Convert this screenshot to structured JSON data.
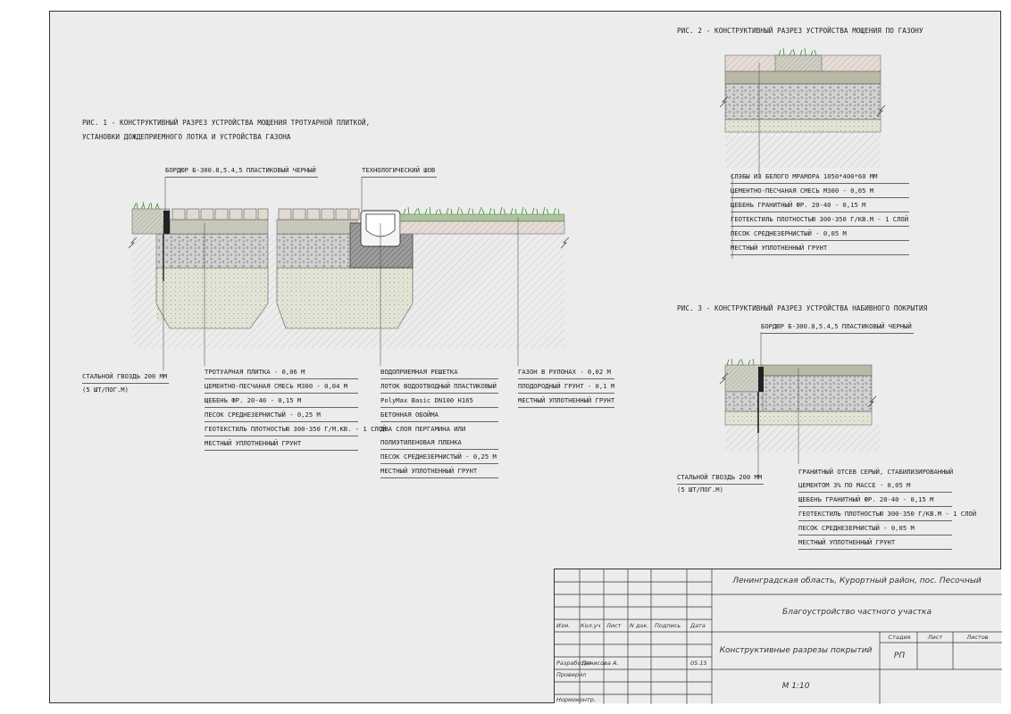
{
  "fig1": {
    "caption_1": "РИС. 1 - КОНСТРУКТИВНЫЙ РАЗРЕЗ УСТРОЙСТВА МОЩЕНИЯ ТРОТУАРНОЙ ПЛИТКОЙ,",
    "caption_2": "УСТАНОВКИ ДОЖДЕПРИЕМНОГО ЛОТКА И УСТРОЙСТВА ГАЗОНА",
    "curb_label": "БОРДЮР Б-300.8,5.4,5 ПЛАСТИКОВЫЙ ЧЕРНЫЙ",
    "joint_label": "ТЕХНОЛОГИЧЕСКИЙ ШОВ",
    "nail_label_1": "СТАЛЬНОЙ ГВОЗДЬ 200 ММ",
    "nail_label_2": "(5 ШТ/ПОГ.М)",
    "paving_layers": [
      "ТРОТУАРНАЯ ПЛИТКА - 0,06 М",
      "ЦЕМЕНТНО-ПЕСЧАНАЯ СМЕСЬ М300 - 0,04 М",
      "ЩЕБЕНЬ ФР. 20-40 - 0,15 М",
      "ПЕСОК СРЕДНЕЗЕРНИСТЫЙ - 0,25 М",
      "ГЕОТЕКСТИЛЬ ПЛОТНОСТЬЮ 300-350 Г/М.КВ. - 1 СЛОЙ",
      "МЕСТНЫЙ УПЛОТНЕННЫЙ ГРУНТ"
    ],
    "drain_layers": [
      "ВОДОПРИЕМНАЯ РЕШЕТКА",
      "ЛОТОК ВОДООТВОДНЫЙ ПЛАСТИКОВЫЙ",
      "PolyMax Basic DN100 H165",
      "БЕТОННАЯ ОБОЙМА",
      "ДВА СЛОЯ ПЕРГАМИНА ИЛИ",
      "ПОЛИЭТИЛЕНОВАЯ ПЛЕНКА",
      "ПЕСОК СРЕДНЕЗЕРНИСТЫЙ - 0,25 М",
      "МЕСТНЫЙ УПЛОТНЕННЫЙ ГРУНТ"
    ],
    "lawn_layers": [
      "ГАЗОН В РУЛОНАХ - 0,02 М",
      "ПЛОДОРОДНЫЙ ГРУНТ - 0,1 М",
      "МЕСТНЫЙ УПЛОТНЕННЫЙ ГРУНТ"
    ]
  },
  "fig2": {
    "caption": "РИС. 2 - КОНСТРУКТИВНЫЙ РАЗРЕЗ УСТРОЙСТВА МОЩЕНИЯ ПО ГАЗОНУ",
    "layers": [
      "СЛЭБЫ ИЗ БЕЛОГО МРАМОРА 1050*400*60 ММ",
      "ЦЕМЕНТНО-ПЕСЧАНАЯ СМЕСЬ М300 - 0,05 М",
      "ЩЕБЕНЬ ГРАНИТНЫЙ ФР. 20-40 - 0,15 М",
      "ГЕОТЕКСТИЛЬ ПЛОТНОСТЬЮ 300-350 Г/КВ.М - 1 СЛОЙ",
      "ПЕСОК СРЕДНЕЗЕРНИСТЫЙ - 0,05 М",
      "МЕСТНЫЙ УПЛОТНЕННЫЙ ГРУНТ"
    ]
  },
  "fig3": {
    "caption": "РИС. 3 - КОНСТРУКТИВНЫЙ РАЗРЕЗ УСТРОЙСТВА НАБИВНОГО ПОКРЫТИЯ",
    "curb_label": "БОРДЮР Б-300.8,5.4,5 ПЛАСТИКОВЫЙ ЧЕРНЫЙ",
    "nail_label_1": "СТАЛЬНОЙ ГВОЗДЬ 200 ММ",
    "nail_label_2": "(5 ШТ/ПОГ.М)",
    "layers": [
      "ГРАНИТНЫЙ ОТСЕВ СЕРЫЙ, СТАБИЛИЗИРОВАННЫЙ",
      "ЦЕМЕНТОМ 3% ПО МАССЕ - 0,05 М",
      "ЩЕБЕНЬ ГРАНИТНЫЙ ФР. 20-40 - 0,15 М",
      "ГЕОТЕКСТИЛЬ ПЛОТНОСТЬЮ 300-350 Г/КВ.М - 1 СЛОЙ",
      "ПЕСОК СРЕДНЕЗЕРНИСТЫЙ - 0,05 М",
      "МЕСТНЫЙ УПЛОТНЕННЫЙ ГРУНТ"
    ]
  },
  "title_block": {
    "region": "Ленинградская область, Курортный район, пос. Песочный",
    "project": "Благоустройство частного участка",
    "sheet_title": "Конструктивные разрезы покрытий",
    "scale": "М 1:10",
    "hdr_izm": "Изм.",
    "hdr_koluch": "Кол.уч",
    "hdr_list": "Лист",
    "hdr_ndok": "N док.",
    "hdr_podpis": "Подпись",
    "hdr_data": "Дата",
    "stage_hdr": "Стадия",
    "list_hdr": "Лист",
    "listov_hdr": "Листов",
    "stage_val": "РП",
    "role_dev": "Разработал",
    "role_check": "Проверил",
    "role_norm": "Нормоконтр.",
    "dev_name": "Денисова А.",
    "dev_date": "05.15"
  }
}
